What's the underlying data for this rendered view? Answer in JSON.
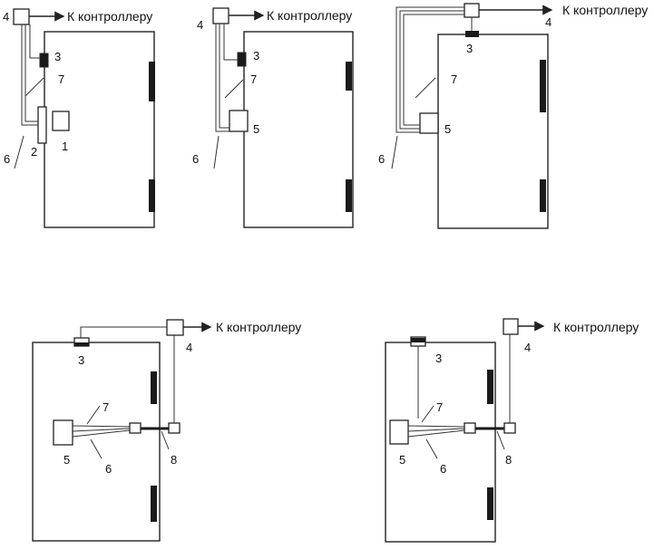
{
  "labels": {
    "controller": "К контроллеру",
    "n1": "1",
    "n2": "2",
    "n3": "3",
    "n4": "4",
    "n5": "5",
    "n6": "6",
    "n7": "7",
    "n8": "8"
  },
  "colors": {
    "line": "#222222",
    "hinge": "#1a1a1a",
    "background": "#ffffff"
  }
}
